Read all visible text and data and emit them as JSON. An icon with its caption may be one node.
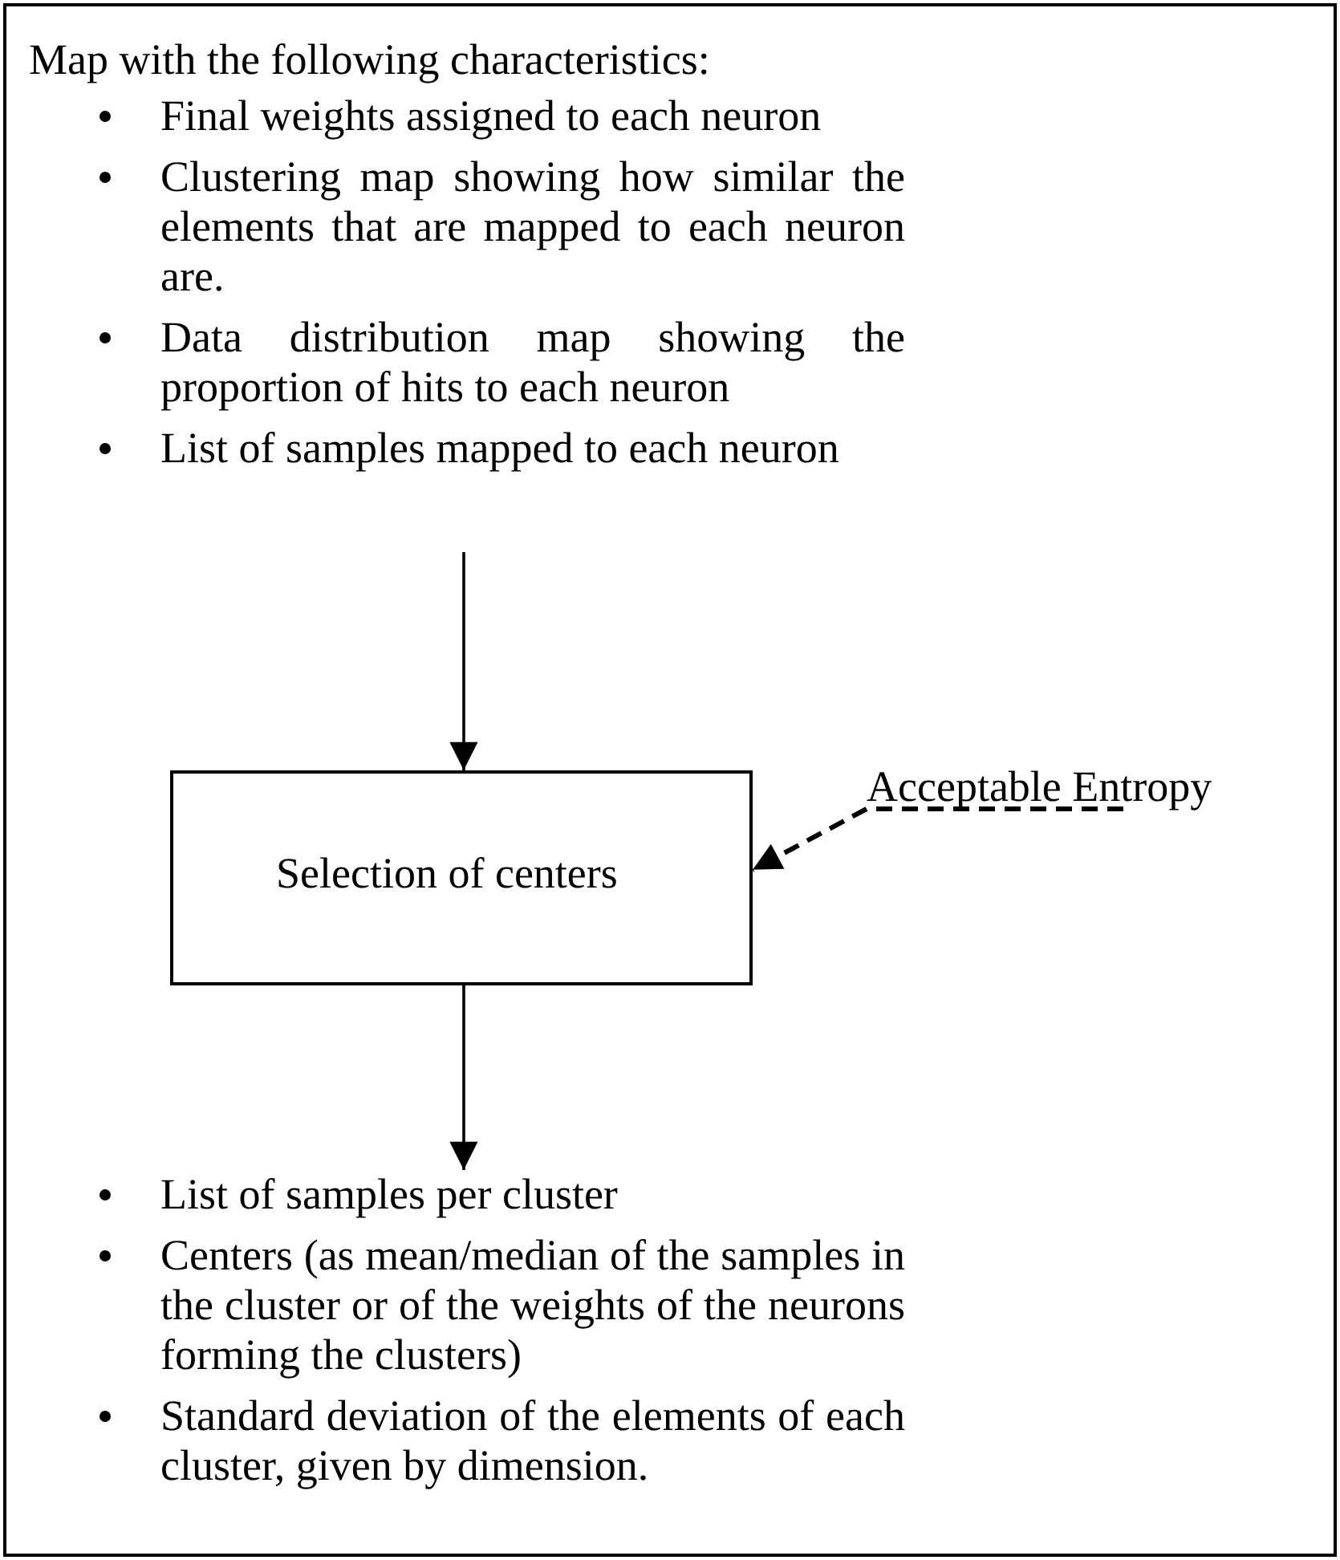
{
  "diagram": {
    "nodes": [
      {
        "text": [],
        "shape": "box"
      },
      {
        "text": [
          "Map with the following characteristics:",
          "Final weights assigned to each neuron",
          "Clustering map showing how similar the elements that are mapped to each neuron are.",
          "Data distribution map showing the proportion of hits to each neuron",
          "List of samples mapped to each neuron"
        ],
        "in": 0
      },
      {
        "text": [
          "Selection of centers"
        ],
        "in": 0
      },
      {
        "text": [
          "Acceptable Entropy"
        ],
        "in": 0
      },
      {
        "text": [
          "List of samples per cluster",
          "Centers (as mean/median of the samples in the cluster or of the weights of the neurons forming the clusters)",
          "Standard deviation of the elements of each cluster, given by dimension."
        ],
        "in": 0
      }
    ],
    "edges": [
      {
        "from": 1,
        "to": 2,
        "arrow": "to"
      },
      {
        "from": 3,
        "to": 2,
        "arrow": "to",
        "style": "dashed"
      },
      {
        "from": 2,
        "to": 4,
        "arrow": "to"
      }
    ]
  }
}
